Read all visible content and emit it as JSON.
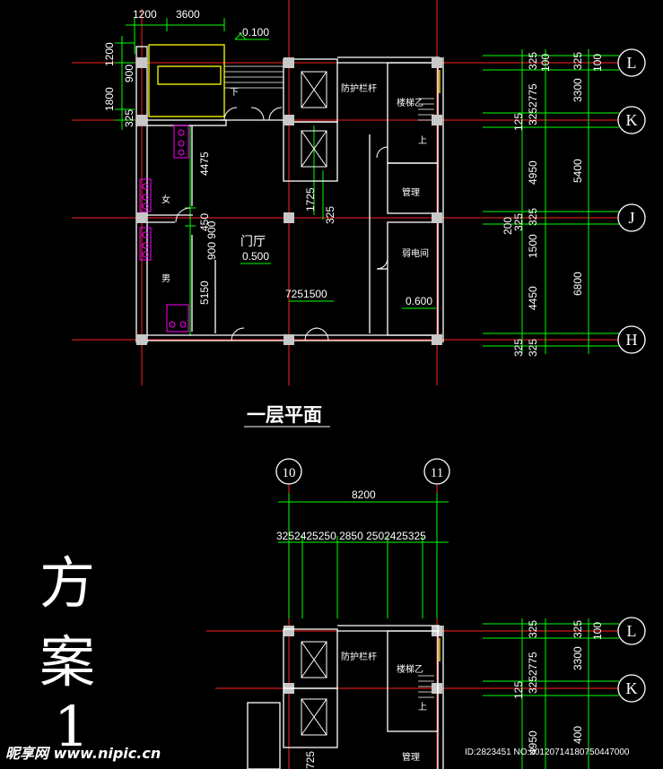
{
  "drawing_title": "一层平面",
  "scheme_label": [
    "方",
    "案",
    "1"
  ],
  "axes_right": [
    "L",
    "K",
    "J",
    "H"
  ],
  "axes_top_bottom_plan": [
    "10",
    "11"
  ],
  "top_dims": {
    "d1": "1200",
    "d2": "3600",
    "elev": "-0.100"
  },
  "left_dims": {
    "a": "1200",
    "b": "900",
    "c": "1800",
    "d": "325"
  },
  "inner_dims": {
    "d4475": "4475",
    "d450": "450",
    "d900": "900 900",
    "d5150": "5150",
    "d1725": "1725",
    "d325": "325",
    "d725": "7251500"
  },
  "right_col1": [
    "325",
    "2775",
    "325",
    "125",
    "4950",
    "325",
    "200",
    "325",
    "1500",
    "4450",
    "325",
    "325"
  ],
  "right_col2": [
    "100",
    "3300",
    "5400",
    "6800"
  ],
  "right_col2b": [
    "325",
    "100"
  ],
  "rooms": {
    "hall": "门厅",
    "stair": "楼梯乙",
    "shaft": "防护栏杆",
    "mgmt": "管理",
    "elec": "弱电间",
    "female": "女",
    "male": "男",
    "down": "下",
    "up": "上"
  },
  "levels": {
    "hall": "0.500",
    "elec": "0.600"
  },
  "bottom_plan": {
    "span": "8200",
    "sub": "3252425250 2850 2502425325",
    "right_col1": [
      "325",
      "2775",
      "325",
      "125",
      "4950"
    ],
    "right_col2": [
      "325",
      "100",
      "3300",
      "400"
    ],
    "rooms": {
      "shaft": "防护栏杆",
      "stair": "楼梯乙",
      "up": "上",
      "mgmt": "管理"
    },
    "d725": "725"
  },
  "watermark": {
    "site": "昵享网 www.nipic.cn",
    "id": "ID:2823451 NO:20120714180750447000"
  },
  "colors": {
    "axis": "#ff2020",
    "dim": "#00ff00",
    "wall": "#ffffff",
    "fixture": "#ff00ff",
    "stairs": "#ffff00",
    "column": "#c0c0c0"
  }
}
